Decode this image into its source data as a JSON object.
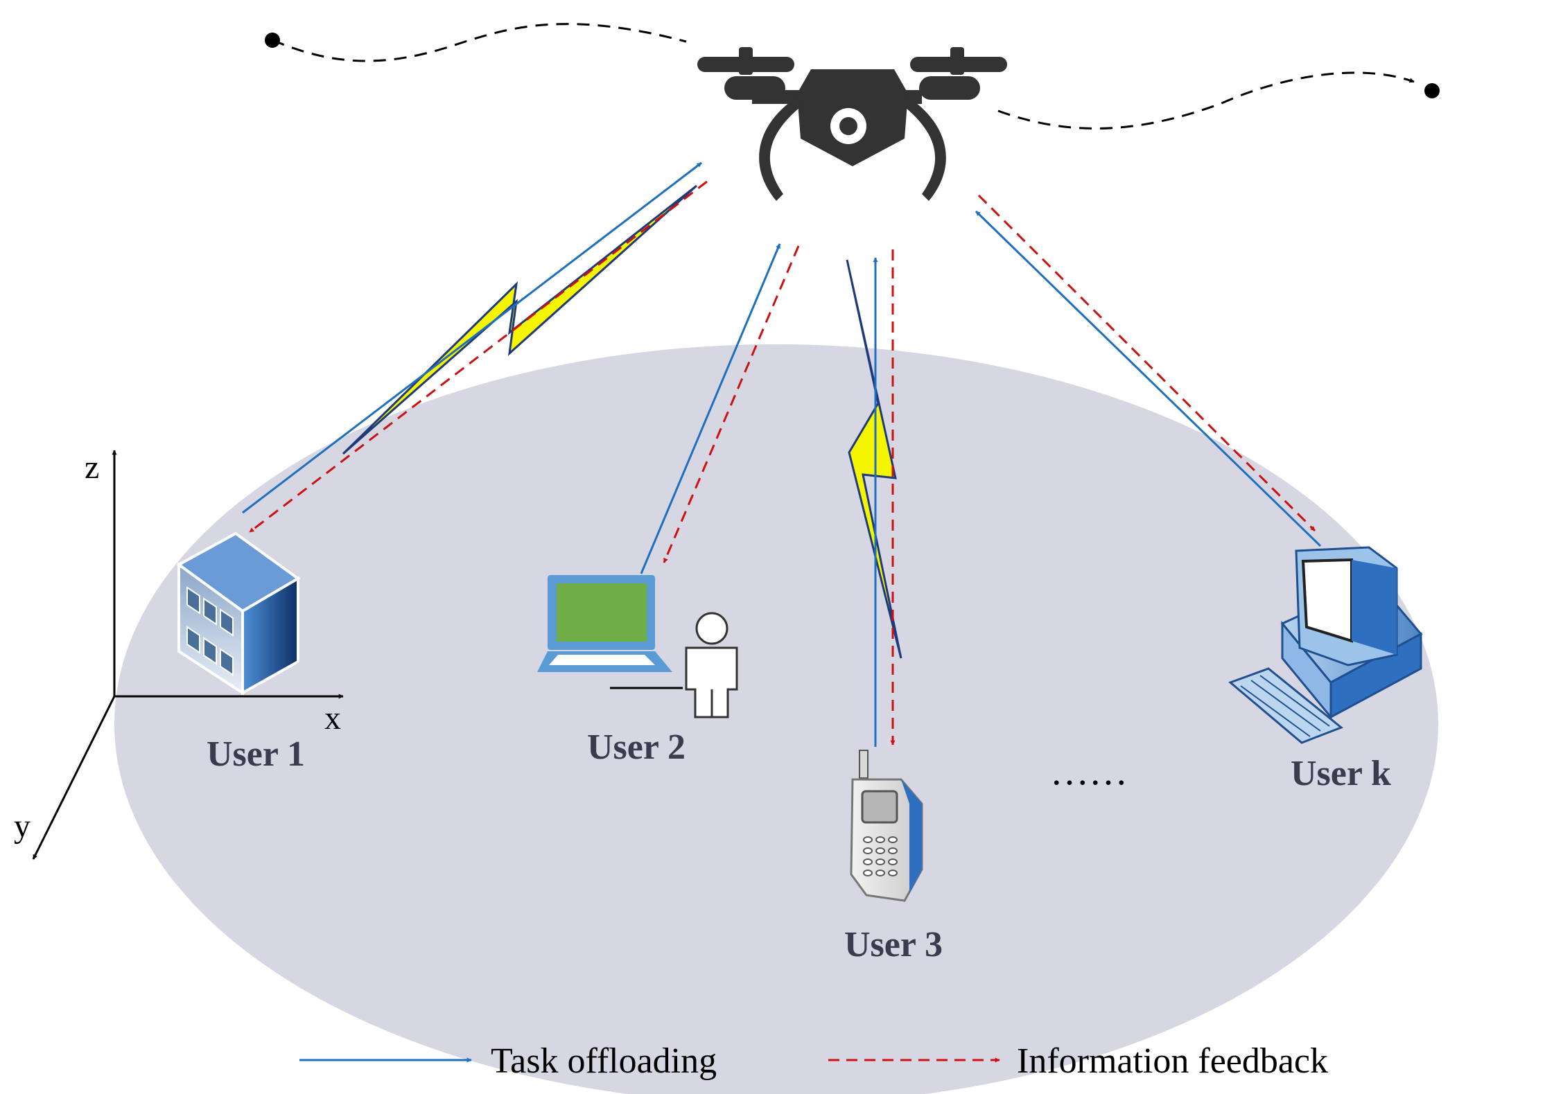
{
  "users": {
    "user1": "User 1",
    "user2": "User 2",
    "user3": "User 3",
    "userk": "User k"
  },
  "ellipsis": "……",
  "axes": {
    "x": "x",
    "y": "y",
    "z": "z"
  },
  "legend": {
    "task": "Task offloading",
    "feedback": "Information feedback"
  },
  "colors": {
    "task_offloading": "#1f6fbf",
    "information_feedback": "#cc1111",
    "ground": "#d7d6e3",
    "uav": "#333333",
    "lightning": "#f5f500"
  },
  "icons": {
    "uav": "quadcopter-drone-icon",
    "user1": "building-icon",
    "user2": "laptop-with-person-icon",
    "user3": "mobile-phone-icon",
    "userk": "desktop-computer-icon",
    "links": "lightning-icon"
  }
}
